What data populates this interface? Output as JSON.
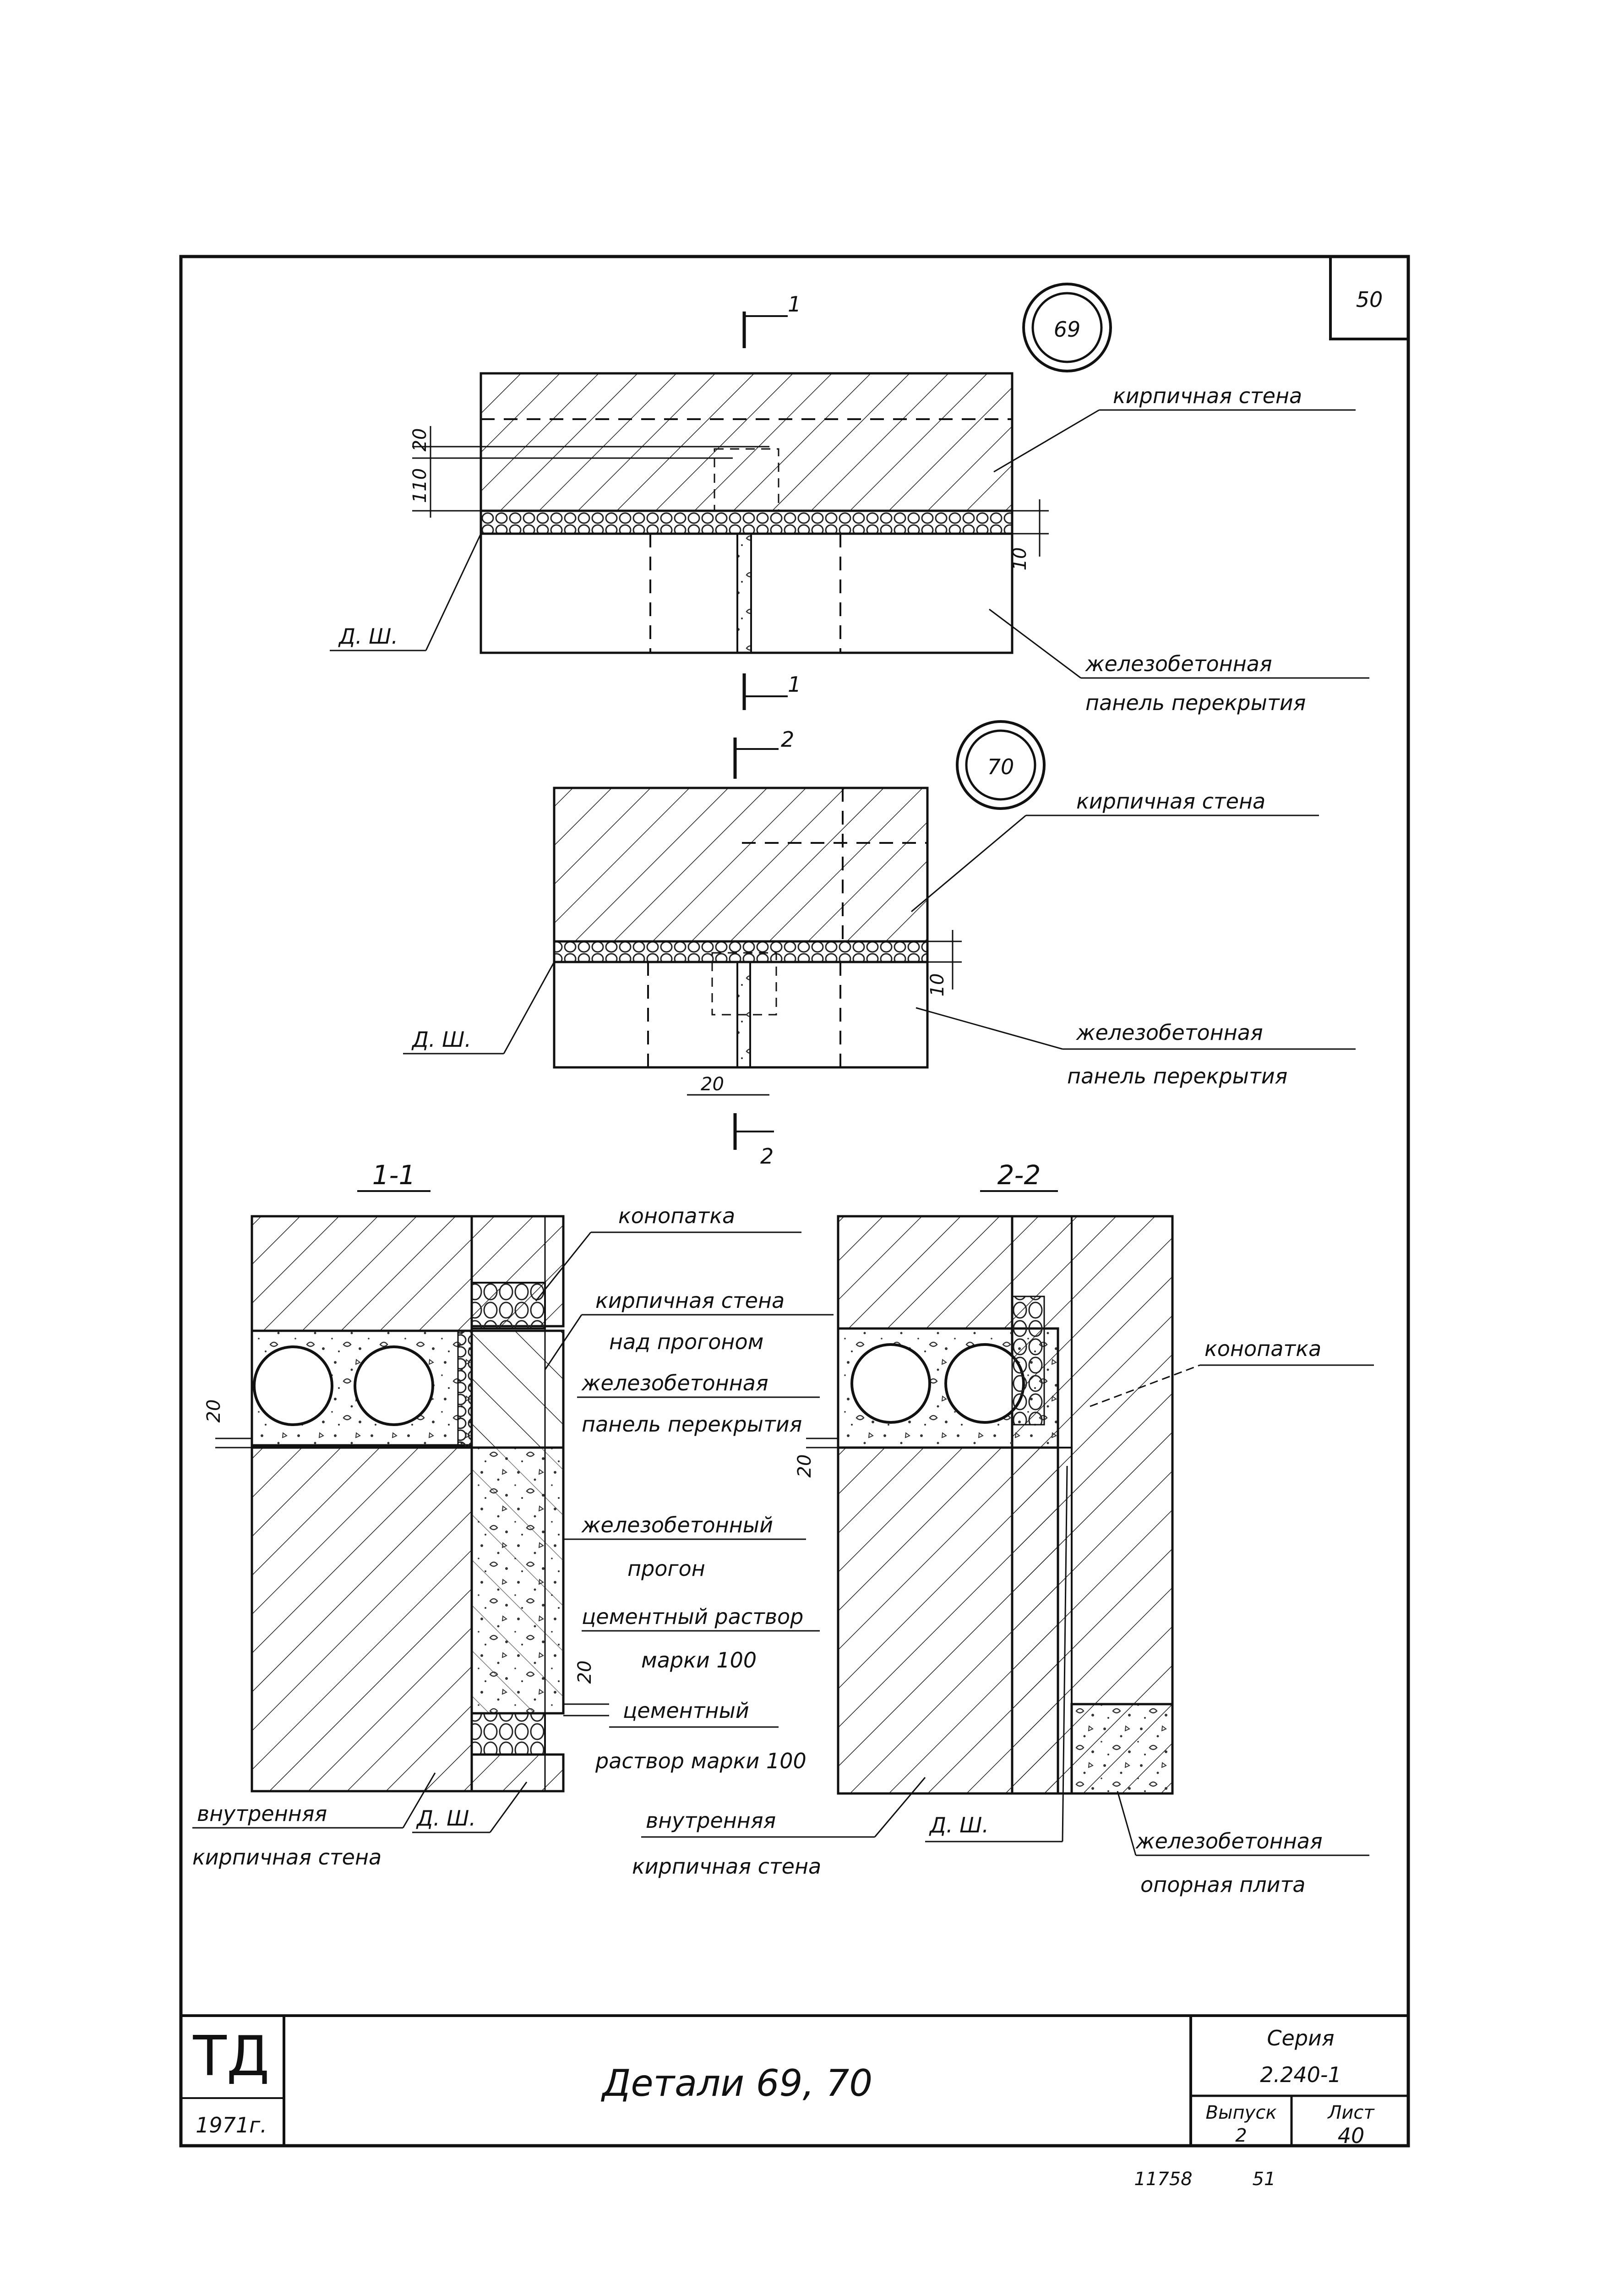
{
  "sheet": {
    "corner_number": "50",
    "footer_left": "11758",
    "footer_right": "51"
  },
  "detail_69": {
    "badge": "69",
    "section_mark": "1",
    "label_wall": "кирпичная стена",
    "label_panel_1": "железобетонная",
    "label_panel_2": "панель перекрытия",
    "label_dsh": "Д. Ш.",
    "dim_20": "20",
    "dim_110": "110",
    "dim_10": "10"
  },
  "detail_70": {
    "badge": "70",
    "section_mark": "2",
    "label_wall": "кирпичная стена",
    "label_panel_1": "железобетонная",
    "label_panel_2": "панель перекрытия",
    "label_dsh": "Д. Ш.",
    "dim_20": "20",
    "dim_10": "10"
  },
  "section_1_1": {
    "title": "1-1",
    "label_konopatka": "конопатка",
    "label_wall_above_1": "кирпичная стена",
    "label_wall_above_2": "над прогоном",
    "label_panel_1": "железобетонная",
    "label_panel_2": "панель перекрытия",
    "label_purlin_1": "железобетонный",
    "label_purlin_2": "прогон",
    "label_mortar_a1": "цементный раствор",
    "label_mortar_a2": "марки 100",
    "label_mortar_b1": "цементный",
    "label_mortar_b2": "раствор марки 100",
    "label_inner_1": "внутренняя",
    "label_inner_2": "кирпичная стена",
    "label_dsh": "Д. Ш.",
    "dim_20_left": "20",
    "dim_20_lower": "20"
  },
  "section_2_2": {
    "title": "2-2",
    "label_konopatka": "конопатка",
    "label_inner_1": "внутренняя",
    "label_inner_2": "кирпичная стена",
    "label_dsh": "Д. Ш.",
    "label_plate_1": "железобетонная",
    "label_plate_2": "опорная плита",
    "dim_20": "20"
  },
  "title_block": {
    "logo": "ТД",
    "year": "1971г.",
    "title": "Детали 69, 70",
    "series_label": "Серия",
    "series_value": "2.240-1",
    "issue_label": "Выпуск",
    "issue_value": "2",
    "sheet_label": "Лист",
    "sheet_value": "40"
  }
}
